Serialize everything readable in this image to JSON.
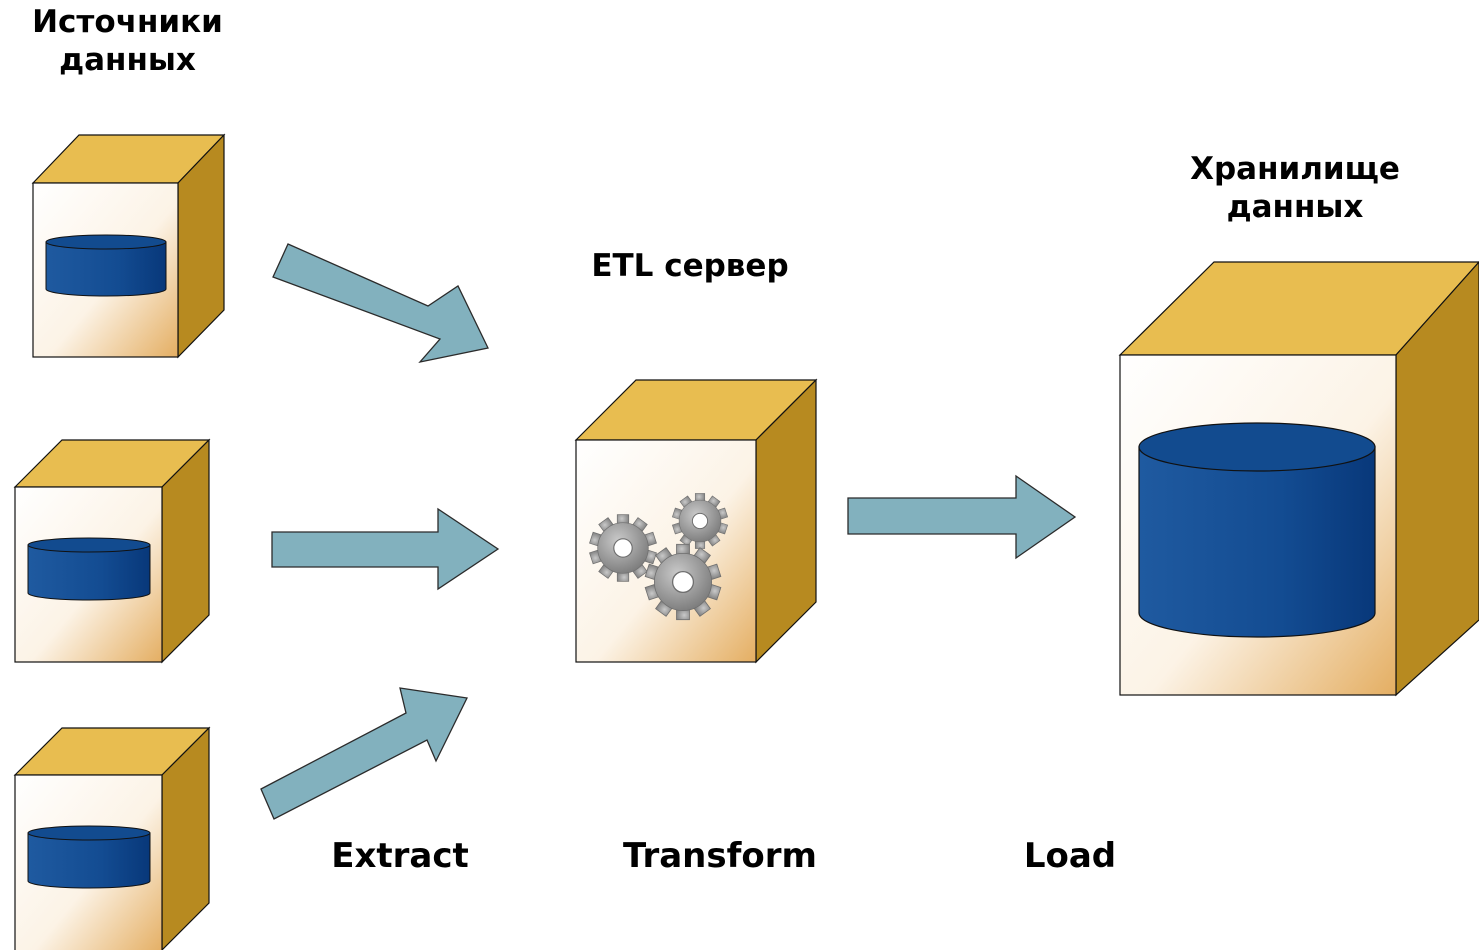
{
  "labels": {
    "sources_line1": "Источники",
    "sources_line2": "данных",
    "etl_server": "ETL сервер",
    "warehouse_line1": "Хранилище",
    "warehouse_line2": "данных",
    "extract": "Extract",
    "transform": "Transform",
    "load": "Load"
  },
  "colors": {
    "box_top": "#E8BD50",
    "box_side": "#B78A20",
    "box_front_light": "#FFFFFF",
    "box_front_warm": "#E4AE62",
    "cylinder": "#124B8F",
    "cylinder_dark": "#0B3770",
    "arrow": "#82B1BE",
    "gear": "#8E8E8E"
  },
  "icons": {
    "database": "cylinder-icon",
    "gears": "gears-icon"
  }
}
